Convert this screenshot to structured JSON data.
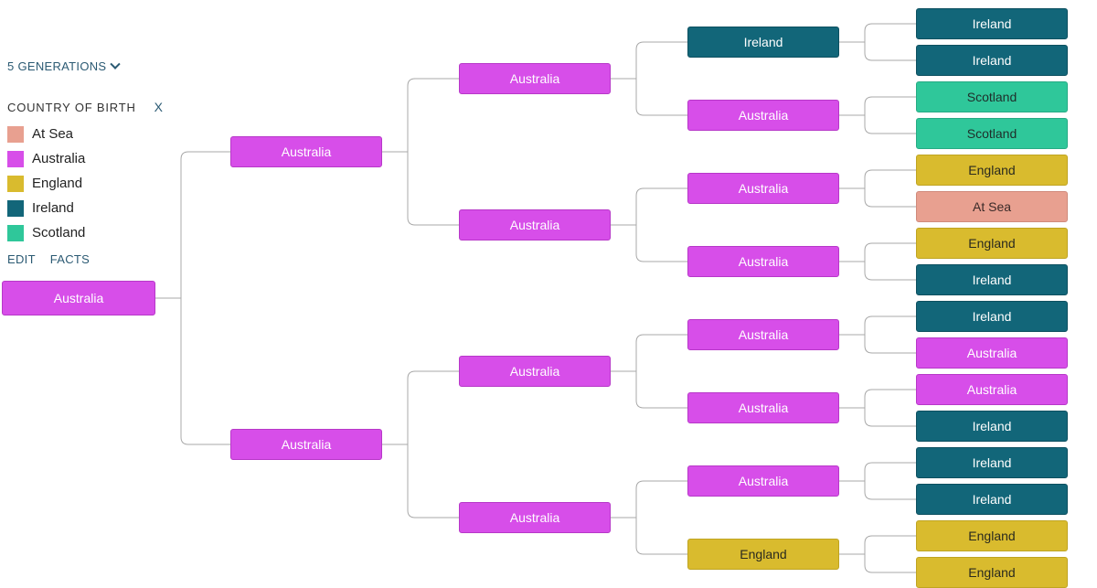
{
  "toolbar": {
    "generations_label": "5 GENERATIONS"
  },
  "legend": {
    "title": "COUNTRY OF BIRTH",
    "close_label": "X",
    "items": [
      {
        "label": "At Sea",
        "color": "#e8a090"
      },
      {
        "label": "Australia",
        "color": "#d74ee9"
      },
      {
        "label": "England",
        "color": "#d9bb2e"
      },
      {
        "label": "Ireland",
        "color": "#126679"
      },
      {
        "label": "Scotland",
        "color": "#2fc79a"
      }
    ]
  },
  "links": {
    "edit": "EDIT",
    "facts": "FACTS"
  },
  "tree": {
    "gen1": [
      "Australia"
    ],
    "gen2": [
      "Australia",
      "Australia"
    ],
    "gen3": [
      "Australia",
      "Australia",
      "Australia",
      "Australia"
    ],
    "gen4": [
      "Ireland",
      "Australia",
      "Australia",
      "Australia",
      "Australia",
      "Australia",
      "Australia",
      "England"
    ],
    "gen5": [
      "Ireland",
      "Ireland",
      "Scotland",
      "Scotland",
      "England",
      "At Sea",
      "England",
      "Ireland",
      "Ireland",
      "Australia",
      "Australia",
      "Ireland",
      "Ireland",
      "Ireland",
      "England",
      "England"
    ]
  }
}
